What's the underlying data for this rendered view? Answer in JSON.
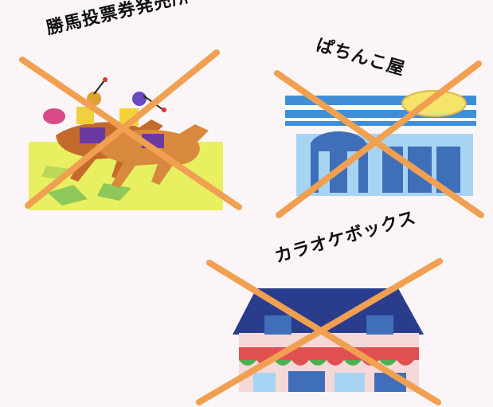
{
  "panels": {
    "horse_racing": {
      "label": "勝馬投票券発売所",
      "icon": "horse-racing-illustration",
      "crossed_out": true
    },
    "pachinko": {
      "label": "ぱちんこ屋",
      "icon": "pachinko-shop-illustration",
      "crossed_out": true
    },
    "karaoke": {
      "label": "カラオケボックス",
      "icon": "karaoke-box-illustration",
      "crossed_out": true
    }
  },
  "colors": {
    "background": "#fbf5f7",
    "cross": "#f0a050",
    "grass": "#e8ef60",
    "shop_blue": "#3f6fb8",
    "roof_navy": "#2a3c8c",
    "awning_red": "#e05050",
    "awning_green": "#4caf50"
  }
}
